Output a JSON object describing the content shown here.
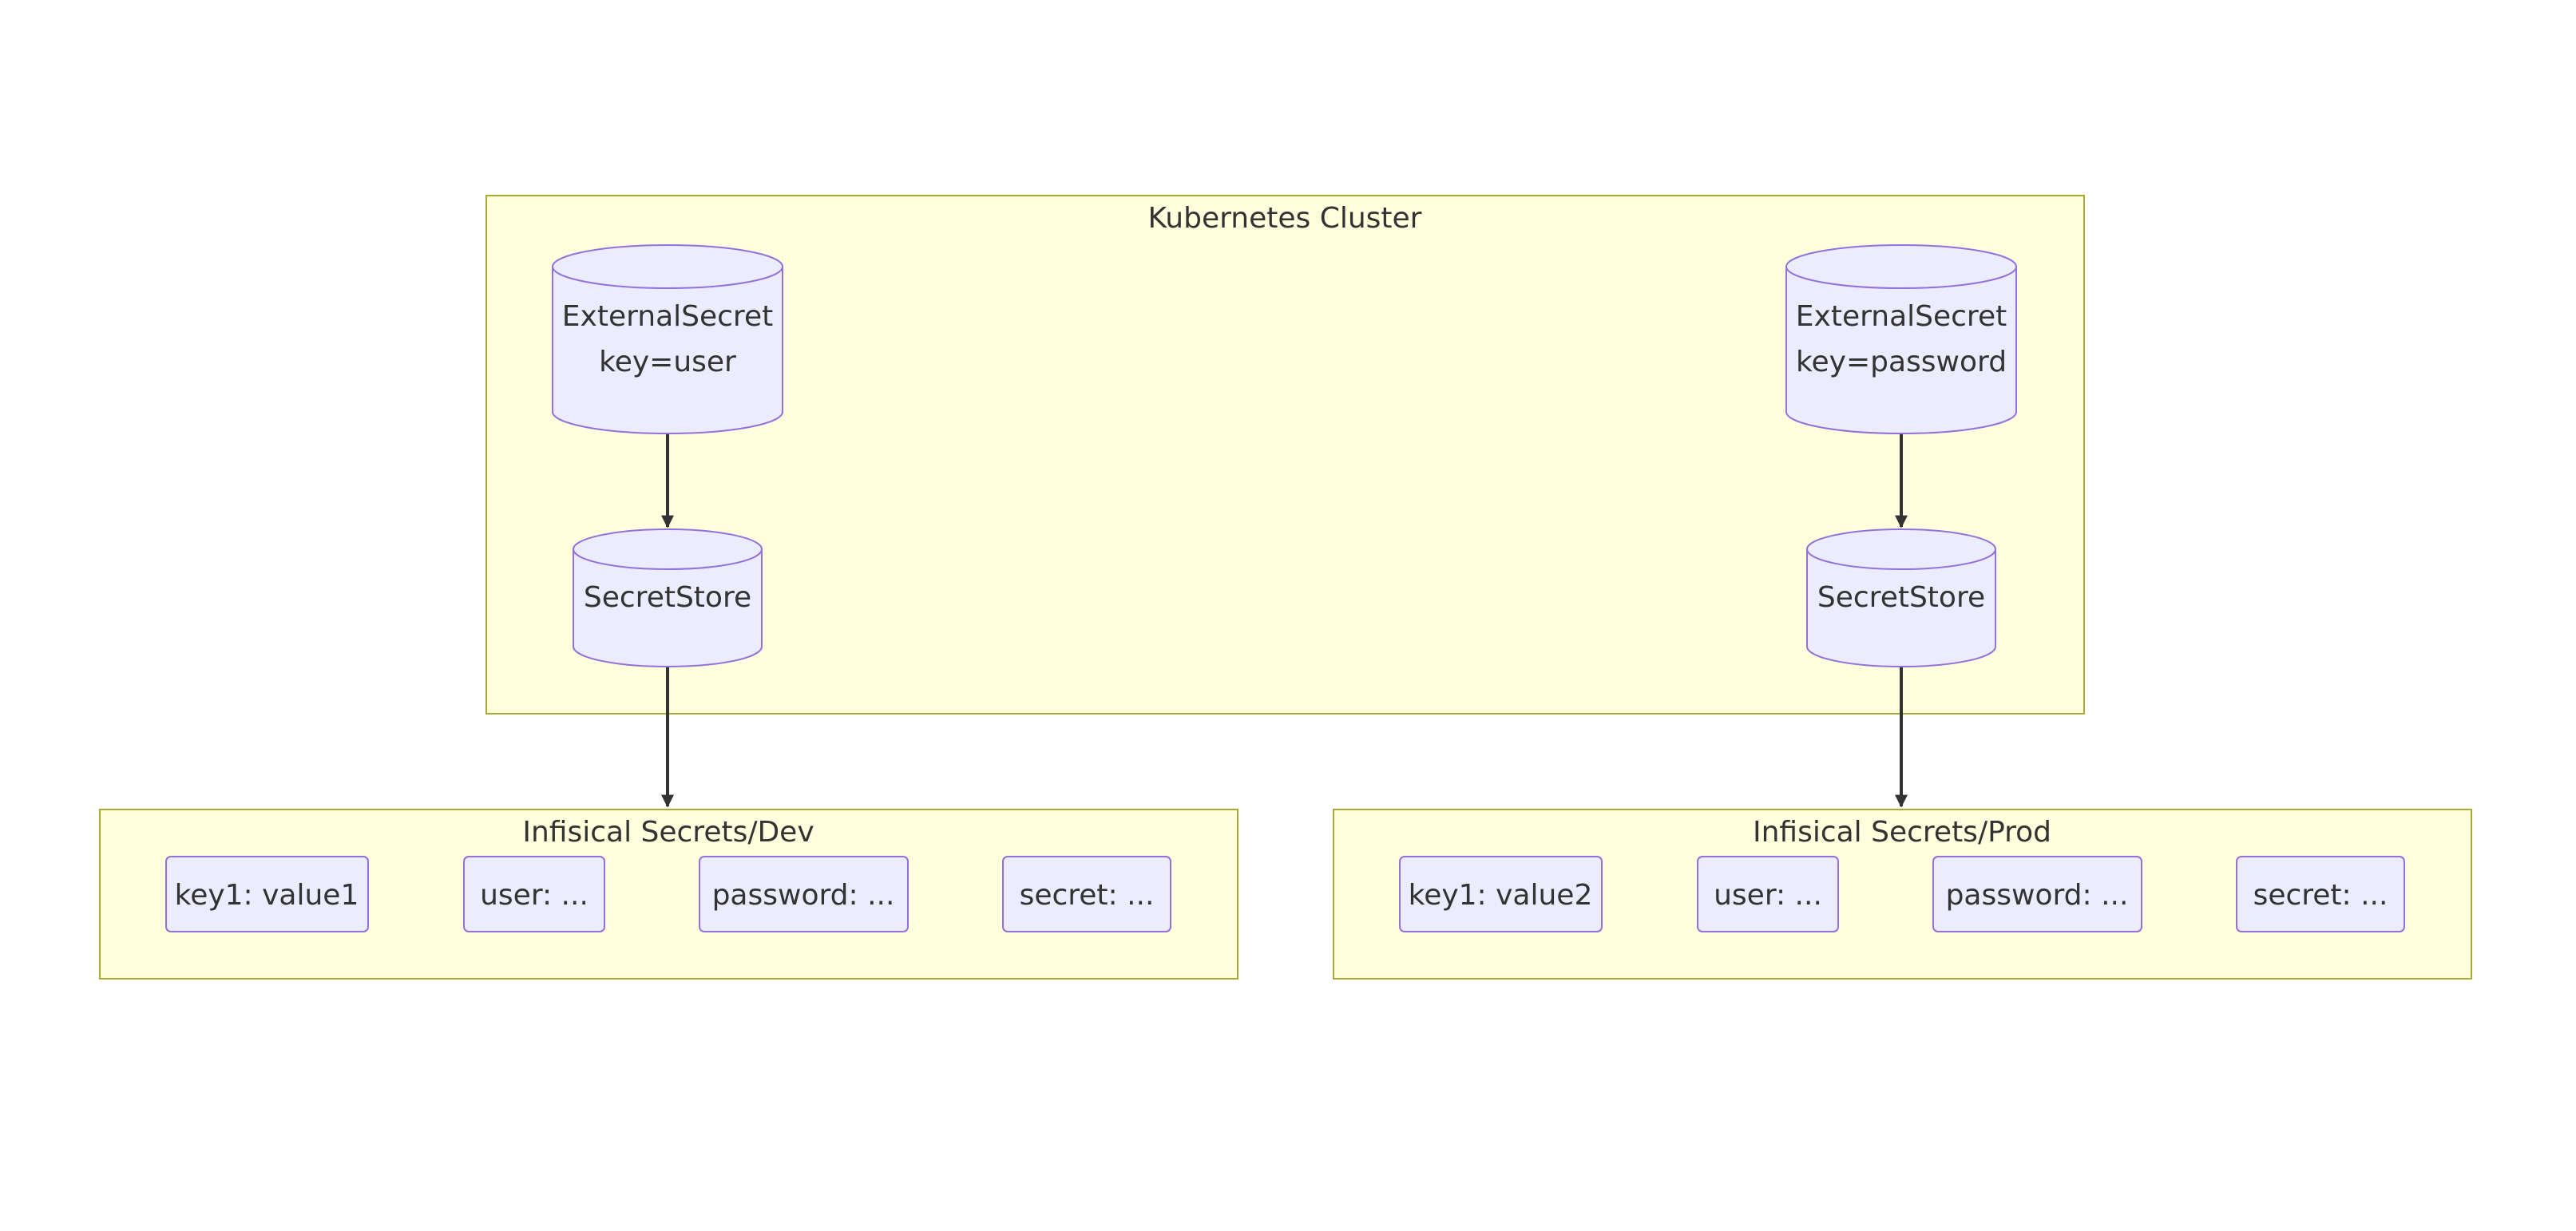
{
  "clusters": {
    "kubernetes": {
      "label": "Kubernetes Cluster"
    },
    "dev": {
      "label": "Infisical Secrets/Dev"
    },
    "prod": {
      "label": "Infisical Secrets/Prod"
    }
  },
  "nodes": {
    "es_user": {
      "line1": "ExternalSecret",
      "line2": "key=user"
    },
    "es_password": {
      "line1": "ExternalSecret",
      "line2": "key=password"
    },
    "store_left": {
      "label": "SecretStore"
    },
    "store_right": {
      "label": "SecretStore"
    },
    "dev_items": [
      "key1: value1",
      "user: ...",
      "password: ...",
      "secret: ..."
    ],
    "prod_items": [
      "key1: value2",
      "user: ...",
      "password: ...",
      "secret: ..."
    ]
  },
  "colors": {
    "cluster_fill": "#ffffde",
    "cluster_stroke": "#aaaa33",
    "node_fill": "#ececff",
    "node_stroke": "#9370db",
    "edge": "#333333",
    "text": "#333333"
  }
}
